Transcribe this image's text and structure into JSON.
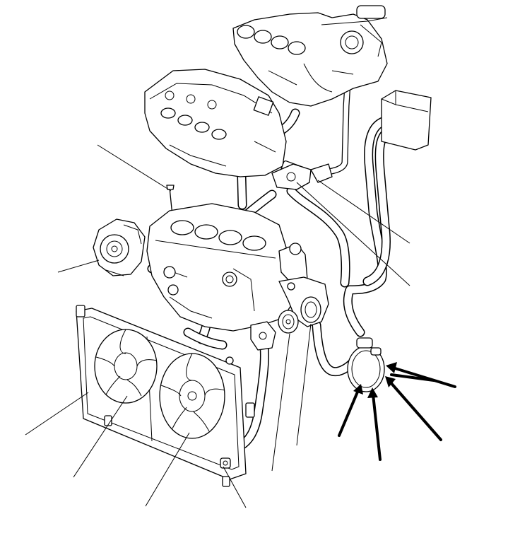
{
  "diagram": {
    "components": [
      {
        "id": "intake-manifold",
        "icon": "intake-manifold-icon"
      },
      {
        "id": "cylinder-head",
        "icon": "cylinder-head-icon"
      },
      {
        "id": "engine-block",
        "icon": "engine-block-icon"
      },
      {
        "id": "water-pump",
        "icon": "water-pump-icon"
      },
      {
        "id": "radiator",
        "icon": "radiator-icon"
      },
      {
        "id": "cooling-fan-left",
        "icon": "fan-icon"
      },
      {
        "id": "cooling-fan-right",
        "icon": "fan-icon"
      },
      {
        "id": "thermostat",
        "icon": "thermostat-icon"
      },
      {
        "id": "thermostat-housing",
        "icon": "thermostat-housing-icon"
      },
      {
        "id": "reservoir-tank",
        "icon": "reservoir-tank-icon"
      },
      {
        "id": "heater-core",
        "icon": "heater-core-icon"
      },
      {
        "id": "coolant-temp-sensor",
        "icon": "sensor-icon"
      },
      {
        "id": "dipstick-tube",
        "icon": "dipstick-icon"
      },
      {
        "id": "radiator-drain-plug",
        "icon": "drain-plug-icon"
      }
    ],
    "leader_lines_count": 12,
    "bold_arrows_count": 5,
    "colors": {
      "line": "#000000",
      "background": "#ffffff"
    }
  }
}
